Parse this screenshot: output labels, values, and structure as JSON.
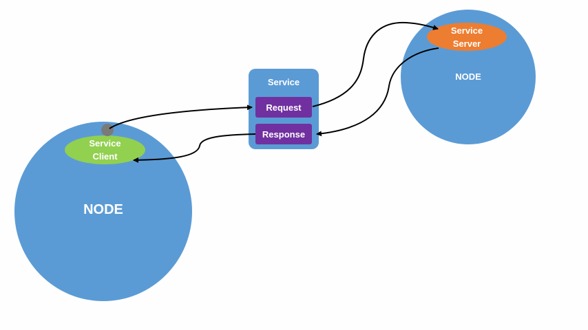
{
  "diagram": {
    "left_node": {
      "label": "NODE"
    },
    "right_node": {
      "label": "NODE"
    },
    "client": {
      "line1": "Service",
      "line2": "Client"
    },
    "server": {
      "line1": "Service",
      "line2": "Server"
    },
    "service": {
      "title": "Service",
      "request": "Request",
      "response": "Response"
    }
  },
  "colors": {
    "node": "#5b9bd5",
    "client": "#92d050",
    "server": "#ed7d31",
    "message": "#7030a0",
    "port": "#7a7a7a",
    "arrow": "#000000"
  }
}
